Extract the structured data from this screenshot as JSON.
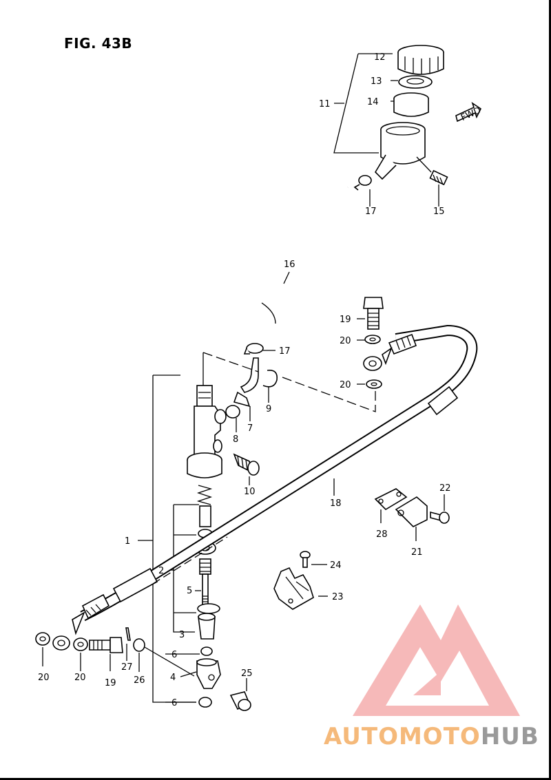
{
  "figure": {
    "title": "FIG. 43B"
  },
  "fwd_label": "FWD",
  "watermark": {
    "part1": "AUTOMOTO",
    "part2": "HUB",
    "color_a": "#f5b97a",
    "color_b": "#9a9a9a",
    "logo_color": "#f08080"
  },
  "callouts": {
    "c1": "1",
    "c2": "2",
    "c3": "3",
    "c4": "4",
    "c5": "5",
    "c6a": "6",
    "c6b": "6",
    "c7": "7",
    "c8": "8",
    "c9": "9",
    "c10": "10",
    "c11": "11",
    "c12": "12",
    "c13": "13",
    "c14": "14",
    "c15": "15",
    "c16": "16",
    "c17a": "17",
    "c17b": "17",
    "c18": "18",
    "c19a": "19",
    "c19b": "19",
    "c20a": "20",
    "c20b": "20",
    "c20c": "20",
    "c20d": "20",
    "c21": "21",
    "c22": "22",
    "c23": "23",
    "c24": "24",
    "c25": "25",
    "c26": "26",
    "c27": "27",
    "c28": "28"
  }
}
